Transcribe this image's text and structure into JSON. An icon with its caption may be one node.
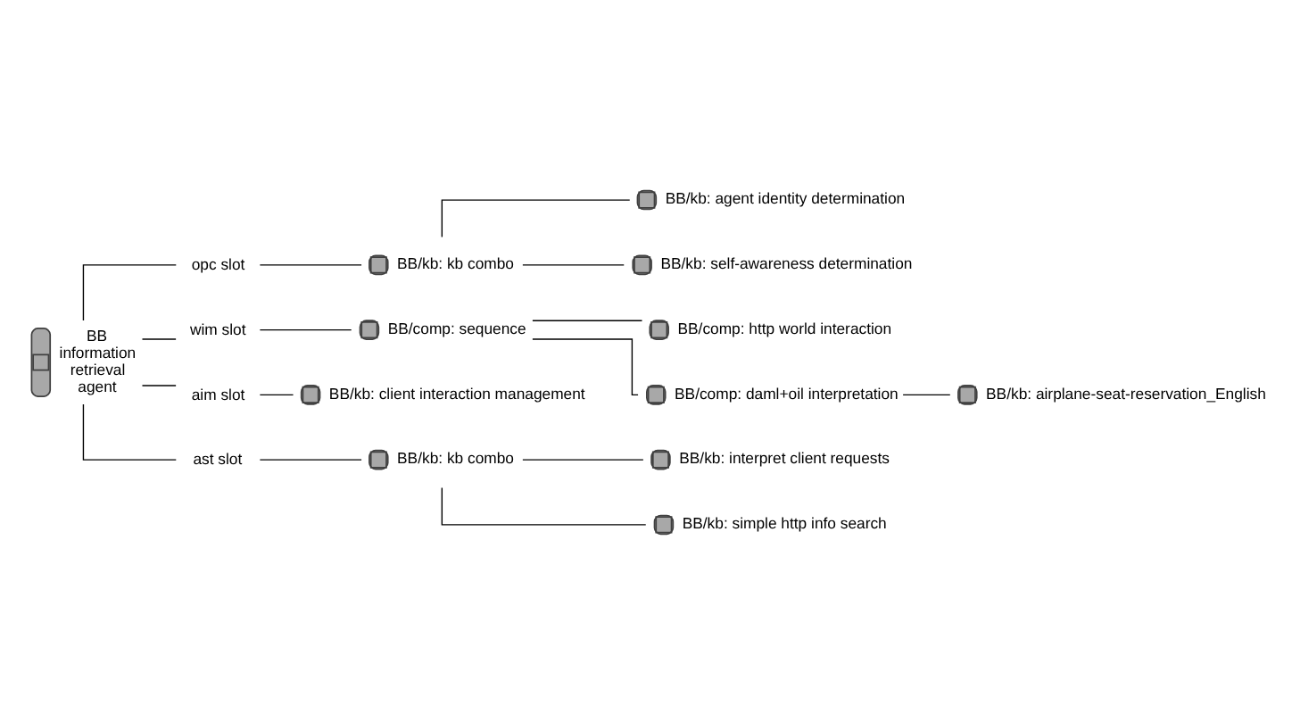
{
  "diagram": {
    "nodes": [
      {
        "text": [
          "BB information retrieval agent"
        ]
      },
      {
        "text": [
          "opc slot"
        ]
      },
      {
        "text": [
          "BB/kb: kb combo"
        ]
      },
      {
        "text": [
          "BB/kb: agent identity determination"
        ]
      },
      {
        "text": [
          "BB/kb: self-awareness determination"
        ]
      },
      {
        "text": [
          "wim slot"
        ]
      },
      {
        "text": [
          "BB/comp: sequence"
        ]
      },
      {
        "text": [
          "BB/comp: http world interaction"
        ]
      },
      {
        "text": [
          "BB/comp: daml+oil interpretation"
        ]
      },
      {
        "text": [
          "BB/kb: airplane-seat-reservation_English"
        ]
      },
      {
        "text": [
          "aim slot"
        ]
      },
      {
        "text": [
          "BB/kb: client interaction management"
        ]
      },
      {
        "text": [
          "ast slot"
        ]
      },
      {
        "text": [
          "BB/kb: kb combo"
        ]
      },
      {
        "text": [
          "BB/kb: interpret client requests"
        ]
      },
      {
        "text": [
          "BB/kb: simple http info search"
        ]
      }
    ],
    "edges": [
      {
        "from": 0,
        "to": 1,
        "arrow": "none"
      },
      {
        "from": 1,
        "to": 2,
        "arrow": "none"
      },
      {
        "from": 2,
        "to": 3,
        "arrow": "none"
      },
      {
        "from": 2,
        "to": 4,
        "arrow": "none"
      },
      {
        "from": 0,
        "to": 5,
        "arrow": "none"
      },
      {
        "from": 5,
        "to": 6,
        "arrow": "none"
      },
      {
        "from": 6,
        "to": 7,
        "arrow": "none"
      },
      {
        "from": 6,
        "to": 8,
        "arrow": "none"
      },
      {
        "from": 8,
        "to": 9,
        "arrow": "none"
      },
      {
        "from": 0,
        "to": 10,
        "arrow": "none"
      },
      {
        "from": 10,
        "to": 11,
        "arrow": "none"
      },
      {
        "from": 0,
        "to": 12,
        "arrow": "none"
      },
      {
        "from": 12,
        "to": 13,
        "arrow": "none"
      },
      {
        "from": 13,
        "to": 14,
        "arrow": "none"
      },
      {
        "from": 13,
        "to": 15,
        "arrow": "none"
      }
    ]
  }
}
